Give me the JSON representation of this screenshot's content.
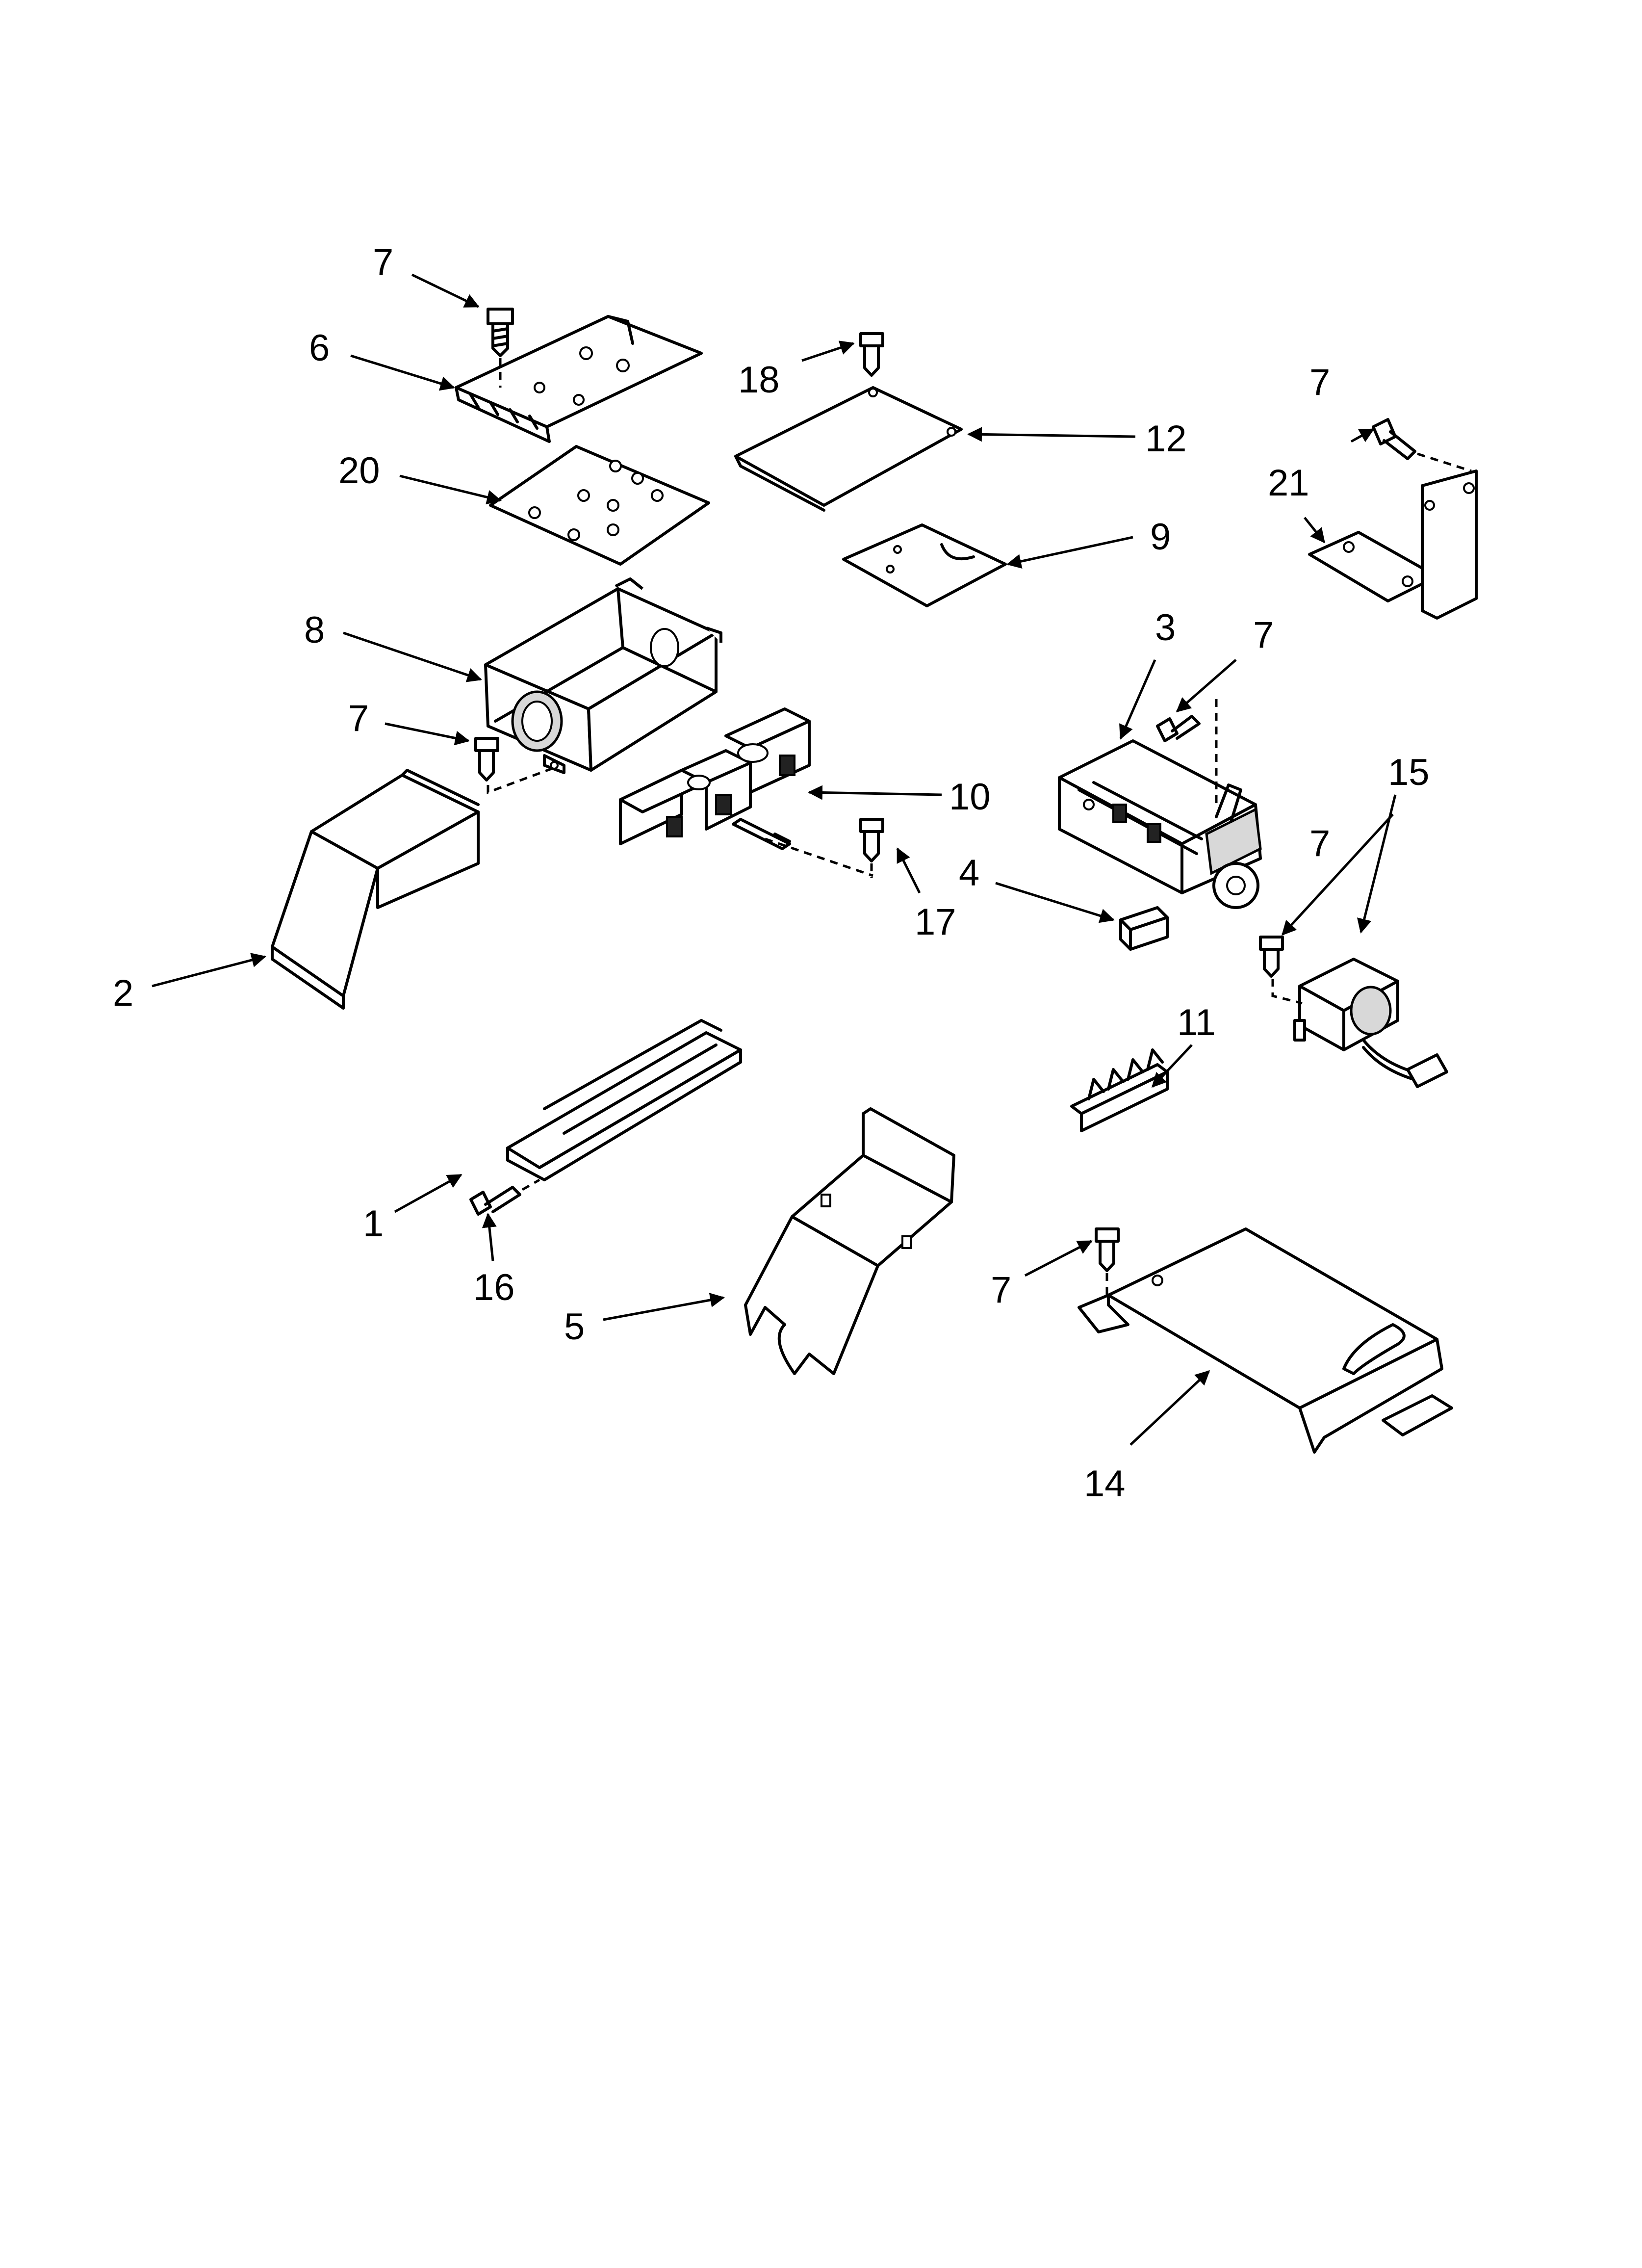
{
  "callouts": {
    "c1": "1",
    "c2": "2",
    "c3": "3",
    "c4": "4",
    "c5": "5",
    "c6": "6",
    "c7": "7",
    "c8": "8",
    "c9": "9",
    "c10": "10",
    "c11": "11",
    "c12": "12",
    "c14": "14",
    "c15": "15",
    "c16": "16",
    "c17": "17",
    "c18": "18",
    "c20": "20",
    "c21": "21"
  }
}
